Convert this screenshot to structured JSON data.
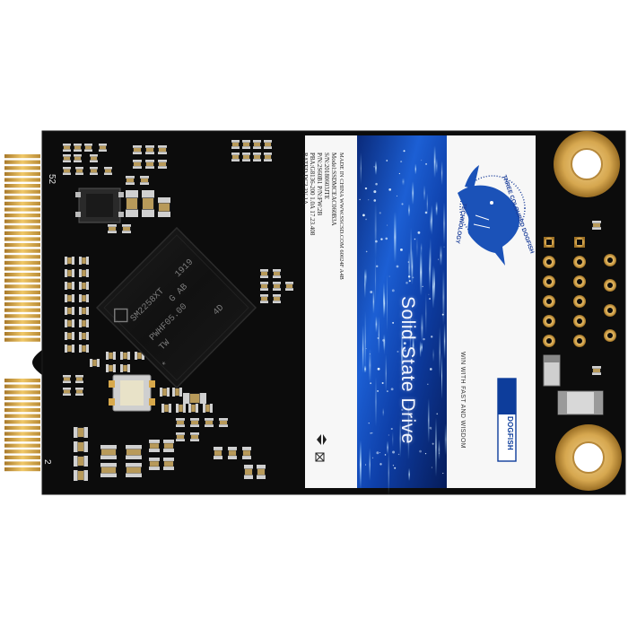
{
  "product": {
    "label": {
      "model_line": "Model:SSDMCEAC060B3A",
      "sn_line": "S/N:20180603JTE",
      "pn_line": "P/N:2S60B1 P/N:FW:2B",
      "pba_line": "PBA:G8136-200  1.0A  17.23.408",
      "rated_line": "RATED DC3.3V 1A",
      "made_line": "MADE IN CHINA  WWW.SSCSD.COM  60024F  A4B",
      "title": "Solid State Drive",
      "slogan": "WIN WITH FAST AND WISDOM",
      "brand": "DOGFISH",
      "logo_ring_text": "THREE COLOURED DOGFISH",
      "logo_ring_text_bottom": "TECHNOLOGY"
    },
    "controller": {
      "line1": "SM2258XT",
      "line1_right": "1919",
      "line2": "G AB",
      "line3": "PWHF05.00",
      "line4_left": "TW",
      "line4_right": "4D"
    },
    "silkscreen": {
      "pin_top": "52",
      "pin_bottom": "2"
    },
    "colors": {
      "pcb": "#0c0c0c",
      "gold": "#d9a848",
      "label_blue": "#0d3d9b",
      "label_white": "#f7f7f7"
    }
  }
}
